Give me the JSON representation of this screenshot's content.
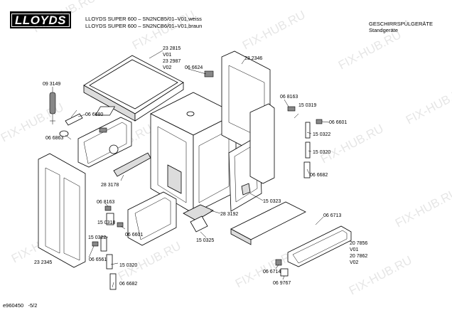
{
  "header": {
    "logo_text": "LLOYDS",
    "model_line_1": "LLOYDS SUPER 600 – SN2NCB5/01–V01,weiss",
    "model_line_2": "LLOYDS SUPER 600 – SN2NCB6/01–V01,braun",
    "category_line_1": "GESCHIRRSPÜLGERÄTE",
    "category_line_2": "Standgeräte"
  },
  "footer": {
    "reference": "e960450",
    "page": "-5/2"
  },
  "watermark": "FIX-HUB.RU",
  "labels": [
    {
      "id": "lbl-23-2815",
      "text": "23 2815"
    },
    {
      "id": "lbl-v01-a",
      "text": "V01"
    },
    {
      "id": "lbl-23-2987",
      "text": "23 2987"
    },
    {
      "id": "lbl-v02-a",
      "text": "V02"
    },
    {
      "id": "lbl-06-6624",
      "text": "06 6624"
    },
    {
      "id": "lbl-23-2346",
      "text": "23 2346"
    },
    {
      "id": "lbl-09-3149",
      "text": "09 3149"
    },
    {
      "id": "lbl-06-6680",
      "text": "06 6680"
    },
    {
      "id": "lbl-06-6863",
      "text": "06 6863"
    },
    {
      "id": "lbl-06-8163-a",
      "text": "06 8163"
    },
    {
      "id": "lbl-15-0319",
      "text": "15 0319"
    },
    {
      "id": "lbl-06-6601-a",
      "text": "06 6601"
    },
    {
      "id": "lbl-15-0322-a",
      "text": "15 0322"
    },
    {
      "id": "lbl-15-0320-a",
      "text": "15 0320"
    },
    {
      "id": "lbl-06-6682-a",
      "text": "06 6682"
    },
    {
      "id": "lbl-28-3178",
      "text": "28 3178"
    },
    {
      "id": "lbl-15-0323",
      "text": "15 0323"
    },
    {
      "id": "lbl-06-8163-b",
      "text": "06 8163"
    },
    {
      "id": "lbl-28-3192",
      "text": "28 3192"
    },
    {
      "id": "lbl-15-0318",
      "text": "15 0318"
    },
    {
      "id": "lbl-06-6601-b",
      "text": "06 6601"
    },
    {
      "id": "lbl-15-0325",
      "text": "15 0325"
    },
    {
      "id": "lbl-06-6713",
      "text": "06 6713"
    },
    {
      "id": "lbl-15-0322-b",
      "text": "15 0322"
    },
    {
      "id": "lbl-06-6561",
      "text": "06 6561"
    },
    {
      "id": "lbl-15-0320-b",
      "text": "15 0320"
    },
    {
      "id": "lbl-23-2345",
      "text": "23 2345"
    },
    {
      "id": "lbl-20-7856",
      "text": "20 7856"
    },
    {
      "id": "lbl-v01-b",
      "text": "V01"
    },
    {
      "id": "lbl-20-7862",
      "text": "20 7862"
    },
    {
      "id": "lbl-v02-b",
      "text": "V02"
    },
    {
      "id": "lbl-06-6714",
      "text": "06 6714"
    },
    {
      "id": "lbl-06-9767",
      "text": "06 9767"
    },
    {
      "id": "lbl-06-6682-b",
      "text": "06 6682"
    }
  ]
}
